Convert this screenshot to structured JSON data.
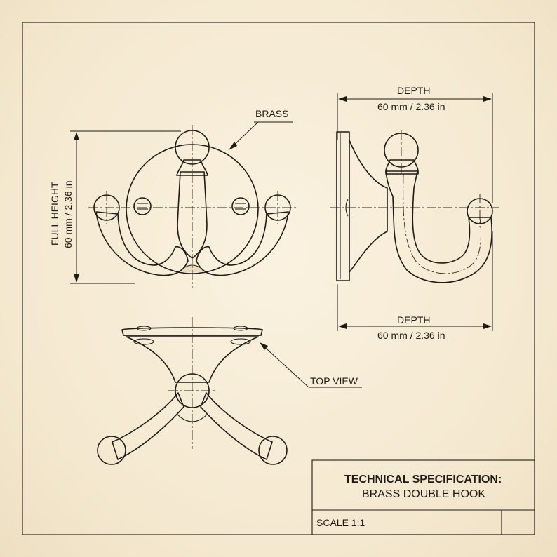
{
  "drawing": {
    "labels": {
      "brass": "BRASS",
      "top_view": "TOP VIEW",
      "depth_top": "DEPTH",
      "depth_top_value": "60 mm / 2.36 in",
      "depth_bottom": "DEPTH",
      "depth_bottom_value": "60 mm / 2.36 in",
      "height": "FULL HEIGHT",
      "height_value": "60 mm / 2.36 in"
    },
    "title_block": {
      "title": "TECHNICAL SPECIFICATION:",
      "subtitle": "BRASS DOUBLE HOOK",
      "scale": "SCALE 1:1"
    }
  }
}
